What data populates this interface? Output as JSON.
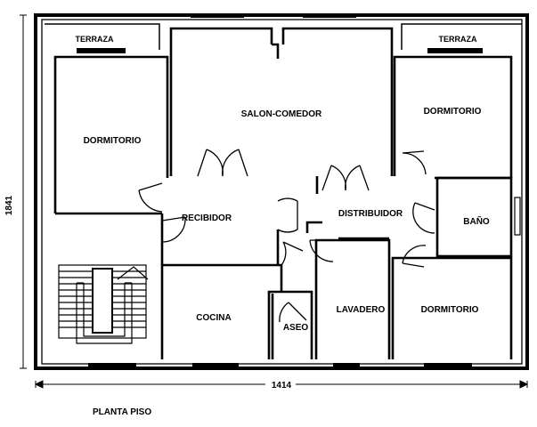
{
  "plan": {
    "rooms": {
      "terraza_left": "TERRAZA",
      "terraza_right": "TERRAZA",
      "dormitorio_left": "DORMITORIO",
      "salon_comedor": "SALON-COMEDOR",
      "dormitorio_right_top": "DORMITORIO",
      "recibidor": "RECIBIDOR",
      "distribuidor": "DISTRIBUIDOR",
      "bano": "BAÑO",
      "cocina": "COCINA",
      "aseo": "ASEO",
      "lavadero": "LAVADERO",
      "dormitorio_right_bottom": "DORMITORIO"
    },
    "dimensions": {
      "height": "1841",
      "width": "1414"
    },
    "caption": "PLANTA PISO"
  },
  "colors": {
    "line": "#000000",
    "background": "#ffffff"
  }
}
